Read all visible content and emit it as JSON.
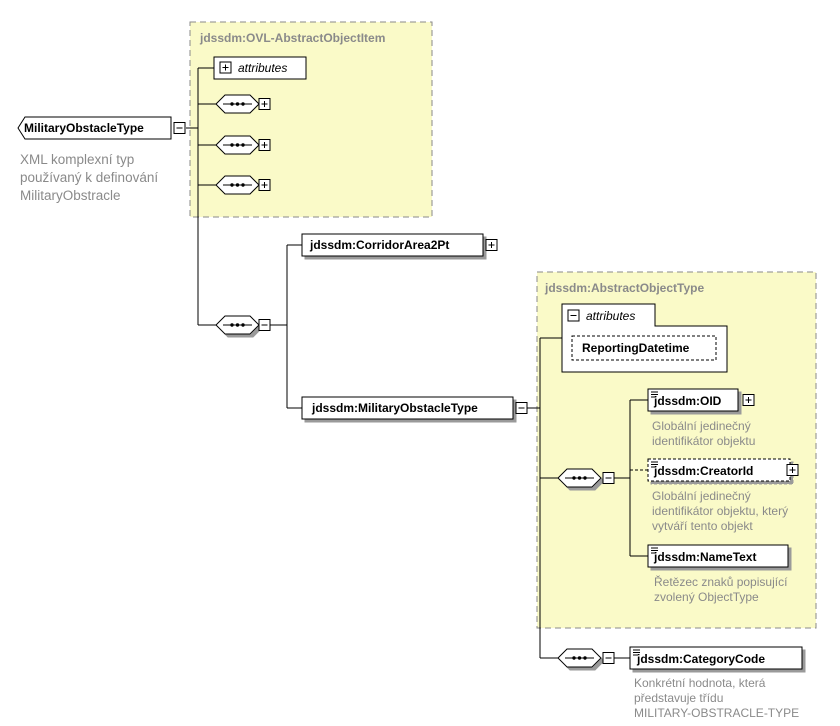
{
  "root": {
    "name": "MilitaryObstacleType",
    "doc": [
      "XML komplexní typ",
      "používaný k definování",
      "MilitaryObstracle"
    ]
  },
  "ovl_group": {
    "title": "jdssdm:OVL-AbstractObjectItem",
    "attributes_label": "attributes"
  },
  "corridor": {
    "name": "jdssdm:CorridorArea2Pt"
  },
  "military": {
    "name": "jdssdm:MilitaryObstacleType"
  },
  "abstract_group": {
    "title": "jdssdm:AbstractObjectType",
    "attributes_label": "attributes",
    "attribute_item": "ReportingDatetime"
  },
  "oid": {
    "name": "jdssdm:OID",
    "doc": [
      "Globální jedinečný",
      "identifikátor objektu"
    ]
  },
  "creator": {
    "name": "jdssdm:CreatorId",
    "doc": [
      "Globální jedinečný",
      "identifikátor objektu, který",
      "vytváří tento objekt"
    ]
  },
  "nametext": {
    "name": "jdssdm:NameText",
    "doc": [
      "Řetězec znaků popisující",
      "zvolený ObjectType"
    ]
  },
  "category": {
    "name": "jdssdm:CategoryCode",
    "doc": [
      "Konkrétní hodnota, která",
      "představuje třídu",
      "MILITARY-OBSTRACLE-TYPE"
    ]
  },
  "colors": {
    "group_fill": "#fafac8",
    "group_border": "#8a8a8a",
    "doc_text": "#8a8a8a"
  }
}
